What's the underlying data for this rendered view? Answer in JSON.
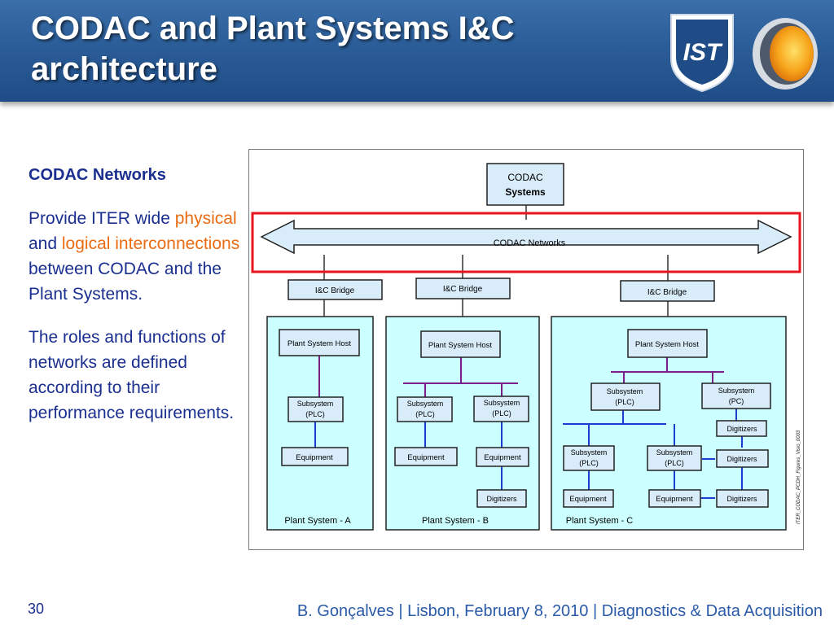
{
  "title": {
    "line1": "CODAC and Plant Systems I&C",
    "line2": "architecture"
  },
  "logos": [
    "ist-shield-logo",
    "orange-sphere-logo"
  ],
  "logo_shield_text": "IST",
  "left": {
    "heading": "CODAC Networks",
    "p1_start": "Provide ITER wide ",
    "p1_physical": "physical",
    "p1_and": " and ",
    "p1_logical": "logical",
    "p1_interconnections": "interconnections",
    "p1_end": "between CODAC and the Plant Systems.",
    "p2": "The roles and functions of networks are defined according to their performance requirements."
  },
  "diagram": {
    "codac_line1": "CODAC",
    "codac_line2": "Systems",
    "network_label": "CODAC  Networks",
    "bridge_a": "I&C Bridge",
    "bridge_b": "I&C Bridge",
    "bridge_c": "I&C Bridge",
    "host_label": "Plant System Host",
    "subsystem": "Subsystem",
    "plc": "(PLC)",
    "pc": "(PC)",
    "equipment": "Equipment",
    "digitizers": "Digitizers",
    "plant_a": "Plant System - A",
    "plant_b": "Plant System - B",
    "plant_c": "Plant System - C",
    "figure_ref": "ITER_CODAC_PCDH_Figures_Visio_0003",
    "colors": {
      "box_fill": "#d9ecf9",
      "plant_fill": "#ccffff",
      "highlight": "#e8141c",
      "purple_bus": "#7b1e8c",
      "blue_bus": "#1a3fd0"
    }
  },
  "footer": {
    "page": "30",
    "text": "B. Gonçalves | Lisbon, February 8, 2010 | Diagnostics & Data Acquisition"
  }
}
